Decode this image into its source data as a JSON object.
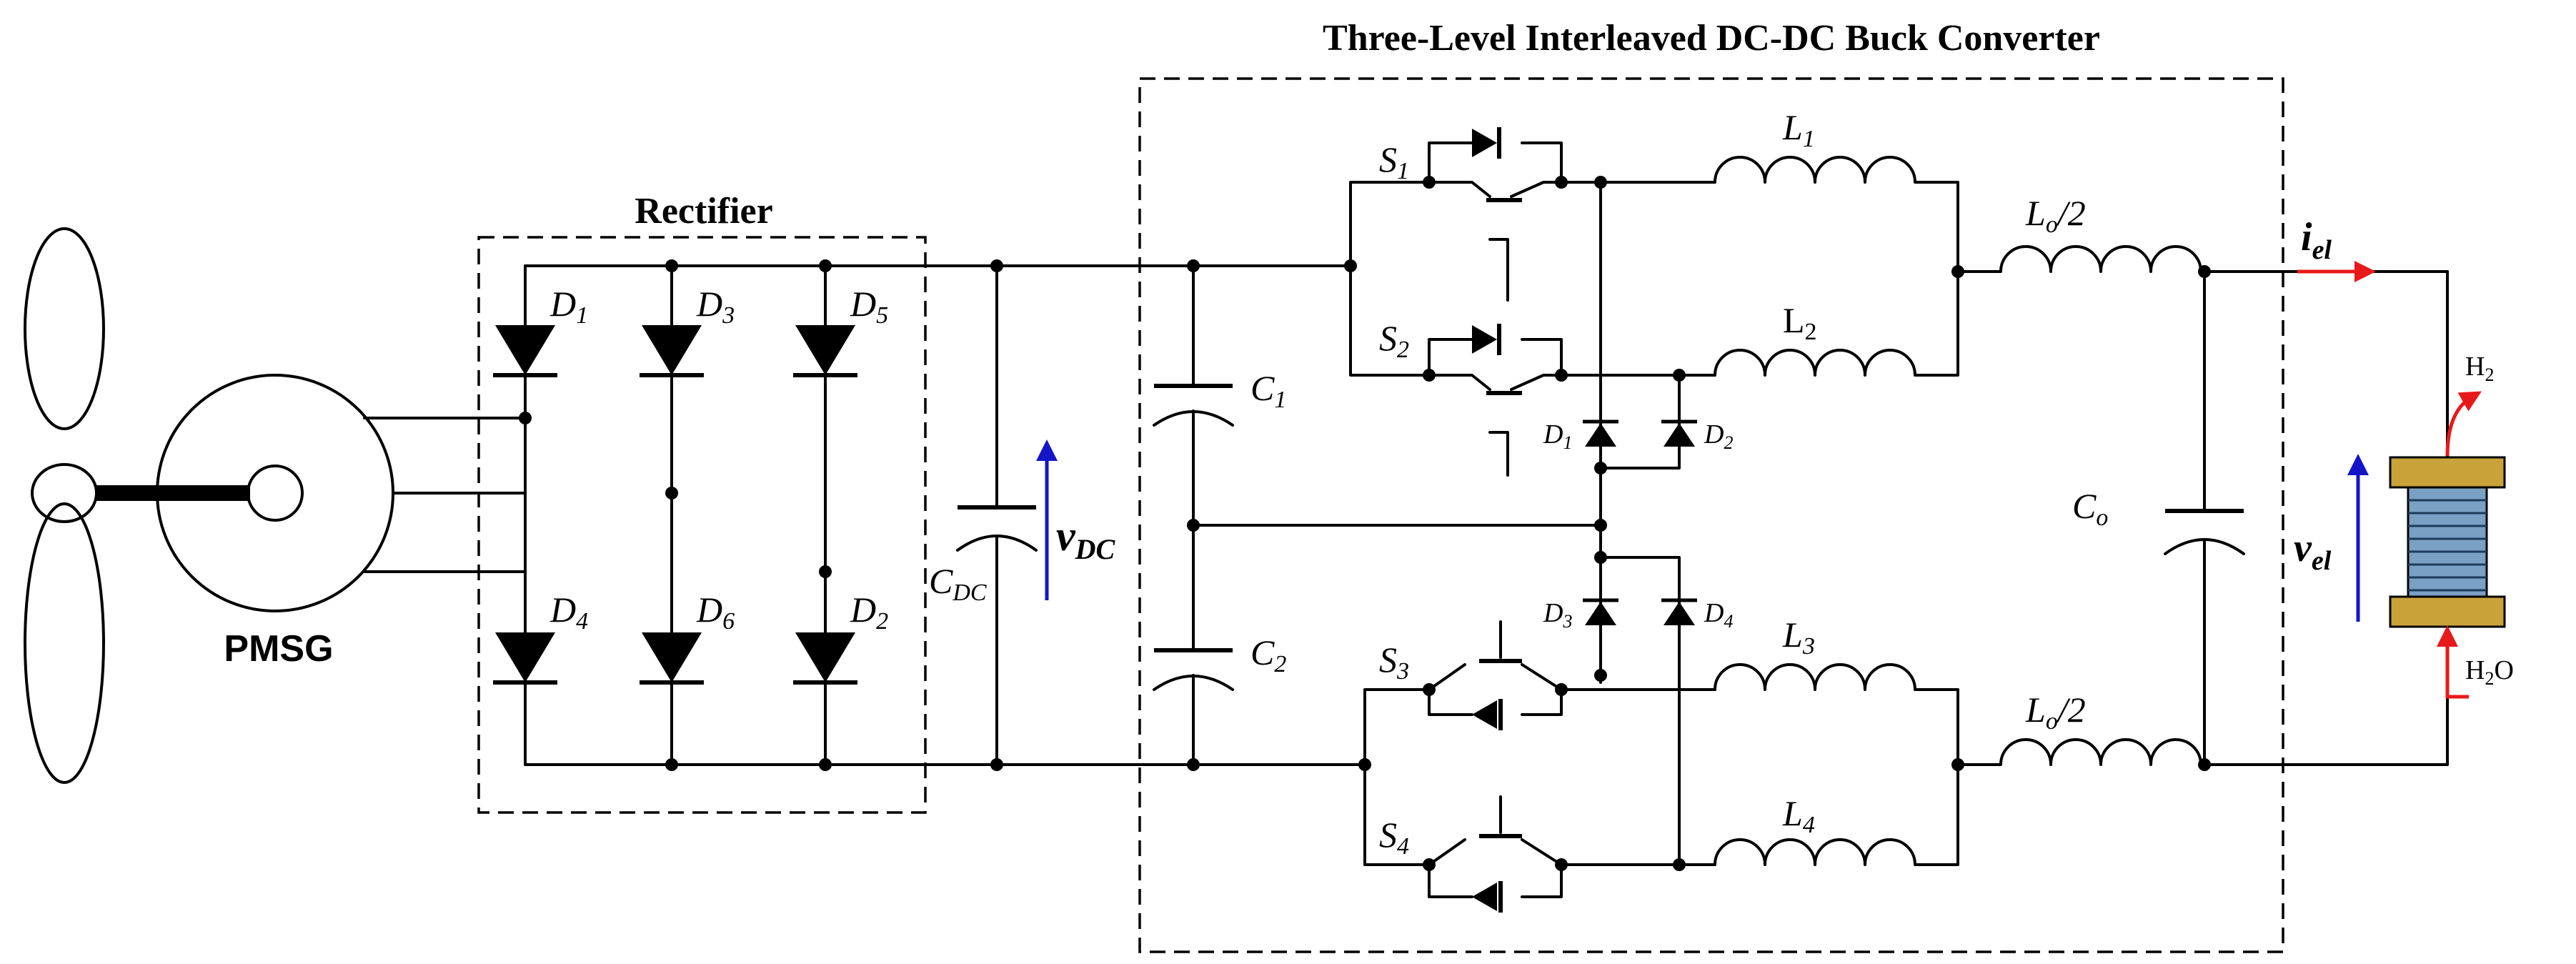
{
  "title": "Three-Level Interleaved DC-DC Buck Converter",
  "rectifier_label": "Rectifier",
  "generator_label": "PMSG",
  "diodes": {
    "d1": {
      "l": "D",
      "s": "1"
    },
    "d3": {
      "l": "D",
      "s": "3"
    },
    "d5": {
      "l": "D",
      "s": "5"
    },
    "d4": {
      "l": "D",
      "s": "4"
    },
    "d6": {
      "l": "D",
      "s": "6"
    },
    "d2": {
      "l": "D",
      "s": "2"
    }
  },
  "cap_dc": {
    "l": "C",
    "s": "DC"
  },
  "v_dc": {
    "l": "v",
    "s": "DC"
  },
  "c1": {
    "l": "C",
    "s": "1"
  },
  "c2": {
    "l": "C",
    "s": "2"
  },
  "switches": {
    "s1": {
      "l": "S",
      "s": "1"
    },
    "s2": {
      "l": "S",
      "s": "2"
    },
    "s3": {
      "l": "S",
      "s": "3"
    },
    "s4": {
      "l": "S",
      "s": "4"
    }
  },
  "clamp_diodes": {
    "d1": {
      "l": "D",
      "s": "1"
    },
    "d2": {
      "l": "D",
      "s": "2"
    },
    "d3": {
      "l": "D",
      "s": "3"
    },
    "d4": {
      "l": "D",
      "s": "4"
    }
  },
  "inductors": {
    "l1": {
      "l": "L",
      "s": "1"
    },
    "l2": {
      "l": "L",
      "s": "2"
    },
    "l3": {
      "l": "L",
      "s": "3"
    },
    "l4": {
      "l": "L",
      "s": "4"
    },
    "lo_top": {
      "l": "L",
      "s": "o",
      "t": "/2"
    },
    "lo_bot": {
      "l": "L",
      "s": "o",
      "t": "/2"
    }
  },
  "c_out": {
    "l": "C",
    "s": "o"
  },
  "i_el": {
    "l": "i",
    "s": "el"
  },
  "v_el": {
    "l": "v",
    "s": "el"
  },
  "h2": {
    "l": "H",
    "s": "2"
  },
  "h2o": {
    "l": "H",
    "s": "2",
    "t": "O"
  },
  "colors": {
    "wire": "#000000",
    "voltage_arrow": "#1515c8",
    "current_arrow": "#e8191a",
    "stack_plate": "#c9a23a",
    "stack_core": "#7aa0c4"
  }
}
